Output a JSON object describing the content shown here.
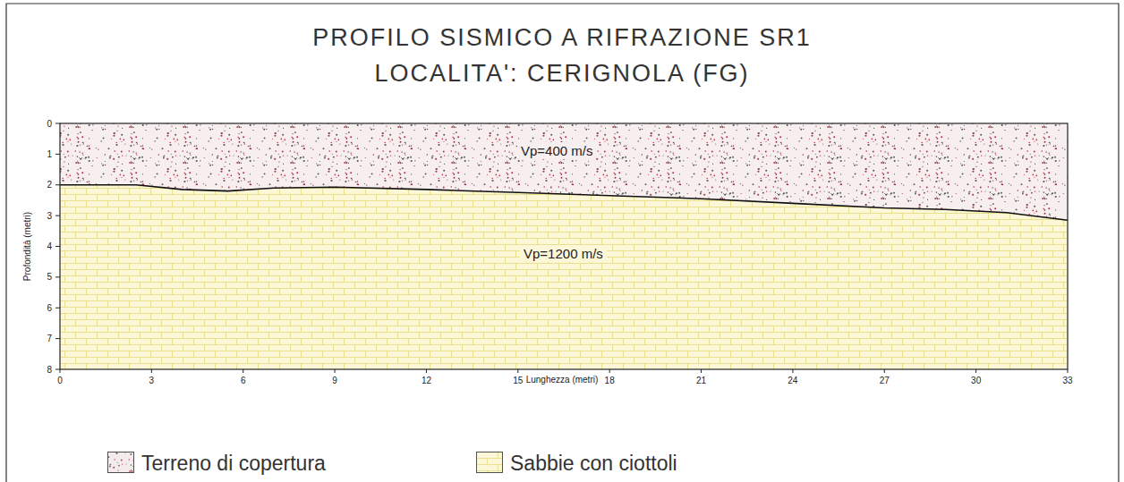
{
  "diagram": {
    "title": "PROFILO SISMICO A RIFRAZIONE SR1",
    "nodes": [
      {
        "text": [
          "Vp=400 m/s"
        ]
      },
      {
        "text": [
          "Vp=1200 m/s"
        ]
      }
    ],
    "labels": [
      "LOCALITA': CERIGNOLA (FG)",
      "0",
      "1",
      "2",
      "3",
      "4",
      "5",
      "6",
      "7",
      "8",
      "0",
      "3",
      "6",
      "9",
      "12",
      "15",
      "18",
      "21",
      "24",
      "27",
      "30",
      "33",
      "Profondità (metri)",
      "Lunghezza (metri)"
    ],
    "legend": [
      {
        "text": "Terreno di copertura",
        "color": "#efdfe1"
      },
      {
        "text": "Sabbie con ciottoli",
        "color": "#fcf7d6"
      }
    ]
  }
}
